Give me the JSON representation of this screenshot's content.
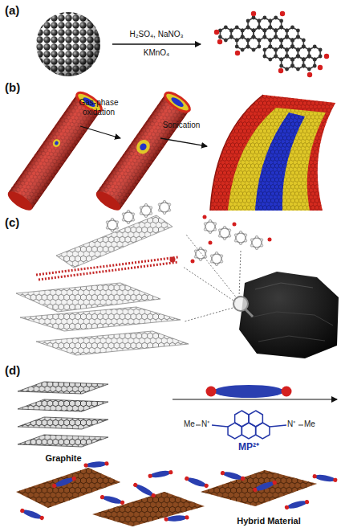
{
  "diagram": {
    "labels": [
      "(a)",
      "H₂SO₄, NaNO₃",
      "KMnO₄",
      "(b)",
      "Gas-phase oxidation",
      "Sonication",
      "(c)",
      "(d)",
      "Graphite",
      "Me",
      "N⁺",
      "N⁺",
      "Me",
      "MP²⁺",
      "Hybrid Material"
    ]
  }
}
